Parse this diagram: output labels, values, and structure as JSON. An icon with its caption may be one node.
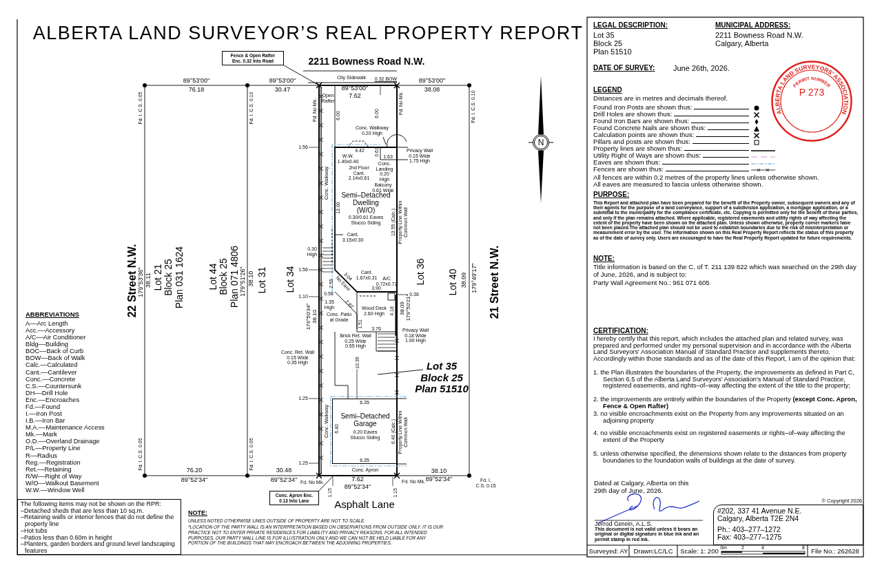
{
  "diagram": {
    "title": "ALBERTA LAND SURVEYOR’S REAL PROPERTY REPORT",
    "nodes": [
      {
        "text": [
          "Fence & Open Rafter Enc. 0.32 Into Road"
        ]
      },
      {
        "text": [
          "Semi–Detached Dwelling (W/O)",
          "0.30/0.61 Eaves Stucco Siding"
        ]
      },
      {
        "text": [
          "Semi–Detached Garage",
          "0.20 Eaves Stucco Siding"
        ]
      },
      {
        "text": [
          "Conc. Apron Enc. 0.13 Into Lane"
        ]
      },
      {
        "text": [
          "Lot 35 Block 25 Plan 51510"
        ]
      },
      {
        "text": [
          "Cant. 3.15x0.30"
        ],
        "in": 1
      },
      {
        "text": [
          "N"
        ]
      },
      {
        "text": [
          "ALBERTA LAND SURVEYORS' ASSOCIATION",
          "PERMIT NUMBER",
          "P 273"
        ]
      },
      {
        "text": [
          "The following items may not be shown on the RPR:",
          "–Detached sheds that are less than 10 sq.m.",
          "–Retaining walls or interior fences that do not define the property line",
          "–Hot tubs",
          "–Patios less than 0.60m in height",
          "–Planters, garden borders and ground level landscaping features"
        ]
      },
      {
        "text": [
          "#202, 337 41 Avenue N.E. Calgary, Alberta T2E 2N4",
          "Ph.: 403–277–1272 Fax: 403–277–1275"
        ]
      }
    ],
    "edges": [
      {
        "from": 0,
        "to": null,
        "arrow": "none"
      },
      {
        "from": 3,
        "to": null,
        "arrow": "none"
      },
      {
        "from": 4,
        "to": null,
        "arrow": "none"
      },
      {
        "from": 5,
        "to": 1,
        "arrow": "none"
      }
    ],
    "labels": [
      "2211 Bowness Road N.W.",
      "City Sidewalk",
      "0.32 BOW",
      "89°53'00\"",
      "76.18",
      "89°53'00\"",
      "30.47",
      "89°53'00\"",
      "7.62",
      "89°53'00\"",
      "38.08",
      "Fd. I. C.S. 0.05",
      "Fd. I. C.S. 0.10",
      "Fd. No Mk.",
      "Open Rafter",
      "6.00",
      "6.00",
      "Fd. No Mk.",
      "Fd. I. C.S. 0.10",
      "Conc. Walkway 0.20 High",
      "1.56",
      "4.42",
      "W.W. 1.40x0.40",
      "0.61",
      "1.63",
      "Privacy Wall 0.15 Wide 1.75 High",
      "2nd Floor Cant. 2.14x0.61",
      "Conc. Landing 0.20 High",
      "Balcony 0.61 Wide",
      "Conc. Walkway",
      "12.00",
      "13.55 (Calc.)",
      "Property Line Within Common Wall",
      "0.30 High",
      "1.56",
      "Cant. 1.67x0.31",
      "A/C 0.72x0.72",
      "3.04",
      "No Eave",
      "2.55",
      "0.58",
      "3.90",
      "0.36",
      "1.10",
      "1.35 High",
      "2.82",
      "Conc. Patio at Grade",
      "Wood Deck 2.60 High",
      "4.18",
      "38.09",
      "179°50'21\"",
      "1.51",
      "3.76",
      "Brick Ret. Wall 0.25 Wide 0.55 High",
      "Privacy Wall 0.18 Wide 1.90 High",
      "Conc. Ret. Wall 0.15 Wide 0.35 High",
      "10.39",
      "1.25",
      "6.35",
      "Conc. Walkway",
      "6.40",
      "6.40 (Calc.)",
      "Property Line Within Common Wall",
      "1.25",
      "6.35",
      "Conc. Apron",
      "Fd. I. C.S. 0.05",
      "76.20",
      "89°52'34\"",
      "Fd. I. C.S. 0.05",
      "30.48",
      "89°52'34\"",
      "Fd. No Mk.",
      "7.62",
      "89°52'34\"",
      "Fd. No Mk.",
      "38.10",
      "89°52'34\"",
      "Fd. I. C.S. 0.15",
      "1.15",
      "1.15",
      "Asphalt Lane",
      "22 Street N.W.",
      "179°53'36\"",
      "38.11",
      "Lot 21 Block 25 Plan 031 1624",
      "Lot 44 Block 25 Plan 071 4806",
      "179°51'26\"",
      "38.10",
      "Lot 31",
      "Lot 34",
      "179°50'34\"",
      "38.10",
      "Lot 36",
      "Lot 40",
      "38.09",
      "179°49'17\"",
      "21 Street N.W.",
      "ABBREVIATIONS",
      "A––Arc Length",
      "Acc.––Accessory",
      "A/C––Air Conditioner",
      "Bldg––Building",
      "BOC––Back of Curb",
      "BOW––Back of Walk",
      "Calc.––Calculated",
      "Cant.––Cantilever",
      "Conc.––Concrete",
      "C.S.––Countersunk",
      "DH––Drill Hole",
      "Enc.––Encroaches",
      "Fd.––Found",
      "I.––Iron Post",
      "I.B.––Iron Bar",
      "M.A.––Maintenance Access",
      "Mk.––Mark",
      "O.D.––Overland Drainage",
      "P/L––Property Line",
      "R––Radius",
      "Reg.––Registration",
      "Ret.––Retaining",
      "R/W––Right of Way",
      "W/O––Walkout Basement",
      "W.W.––Window Well",
      "NOTE:",
      "UNLESS NOTED OTHERWISE LINES OUTSIDE OF PROPERTY ARE NOT TO SCALE.",
      "*LOCATION OF THE PARTY WALL IS AN INTERPRETATION BASED ON OBSERVATIONS FROM OUTSIDE ONLY. IT IS OUR PRACTICE NOT TO ENTER PRIVATE RESIDENCES FOR LIABILITY AND PRIVACY REASONS. FOR ALL INTENDED PURPOSES, OUR PARTY WALL LINE IS FOR ILLUSTRATION ONLY AND WE CAN NOT BE HELD LIABLE FOR ANY PORTION OF THE BUILDINGS THAT MAY ENCROACH BETWEEN THE ADJOINING PROPERTIES.",
      "LEGAL DESCRIPTION:",
      "Lot 35 Block 25 Plan 51510",
      "MUNICIPAL ADDRESS:",
      "2211 Bowness Road N.W. Calgary, Alberta",
      "DATE OF SURVEY:",
      "June 26th, 2026.",
      "LEGEND",
      "Distances are in metres and decimals thereof.",
      "All fences are within 0.2 metres of the property lines unless otherwise shown.",
      "All eaves are measured to fascia unless otherwise shown.",
      "PURPOSE:",
      "This Report and attached plan have been prepared for the benefit of the Property owner, subsequent owners and any of their agents for the purpose of a land conveyance, support of a subdivision application, a mortgage application, or a submittal to the municipality for the compliance certificate, etc. Copying is permitted only for the benefit of these parties, and only if the plan remains attached. Where applicable, registered easements and utility rights of way affecting the extent of the property have been shown on the attached plan. Unless shown otherwise, property corner markers have not been placed.The attached plan should not be used to establish boundaries due to the risk of misinterpretation or measurement error by the user. The information shown on this Real Property Report reflects the status of this property as of the date of survey only. Users are encouraged to have the Real Property Report updated for future requirements.",
      "NOTE:",
      "Title information is based on the C. of T. 211 139 822 which was searched on the 29th day of June, 2026, and is subject to:",
      "Party Wall Agreement No.: 961 071 605",
      "CERTIFICATION:",
      "I hereby certify that this report, which includes the attached plan and related survey, was prepared and performed under my personal supervision and in accordance with the Alberta Land Surveyors' Association Manual of Standard Practice and supplements thereto. Accordingly within those standards and as of the date of this Report, I am of the opinion that:",
      "1. the Plan illustrates the boundaries of the Property, the improvements as defined in Part C, Section 6.5 of the Alberta Land Surveyors' Association's Manual of Standard Practice, registered easements, and rights–of–way affecting the extent of the title to the property;",
      "2. the improvements are entirely within the boundaries of the Property **(except Conc. Apron, Fence & Open Rafter)**",
      "3. no visible encroachments exist on the Property from any improvements situated on an adjoining property",
      "4. no visible encroachments exist on registered easements or rights–of–way affecting the extent of the Property",
      "5. unless otherwise specified, the dimensions shown relate to the distances from property boundaries to the foundation walls of buildings at the date of survey.",
      "Dated at Calgary, Alberta on this 29th day of June, 2026.",
      "© Copyright 2026",
      "Jerrod Gerein, A.L.S.",
      "This document is not valid unless it bears an original or digital signature in blue ink and an permit stamp in red ink.",
      "Surveyed: AY",
      "Drawn:LC/LC",
      "Scale: 1: 200",
      "0m",
      "2",
      "4",
      "8",
      "File No.: 262628"
    ],
    "legend": [
      {
        "text": "Found Iron Posts are shown thus:"
      },
      {
        "text": "Drill Holes are shown thus:"
      },
      {
        "text": "Found Iron Bars are shown thus:"
      },
      {
        "text": "Found Concrete Nails are shown thus:"
      },
      {
        "text": "Calculation points are shown thus:"
      },
      {
        "text": "Pillars and posts are shown thus:"
      },
      {
        "text": "Property lines are shown thus:"
      },
      {
        "text": "Utility Right of Ways are shown thus:"
      },
      {
        "text": "Eaves are shown thus:"
      },
      {
        "text": "Fences are shown thus:"
      }
    ]
  }
}
